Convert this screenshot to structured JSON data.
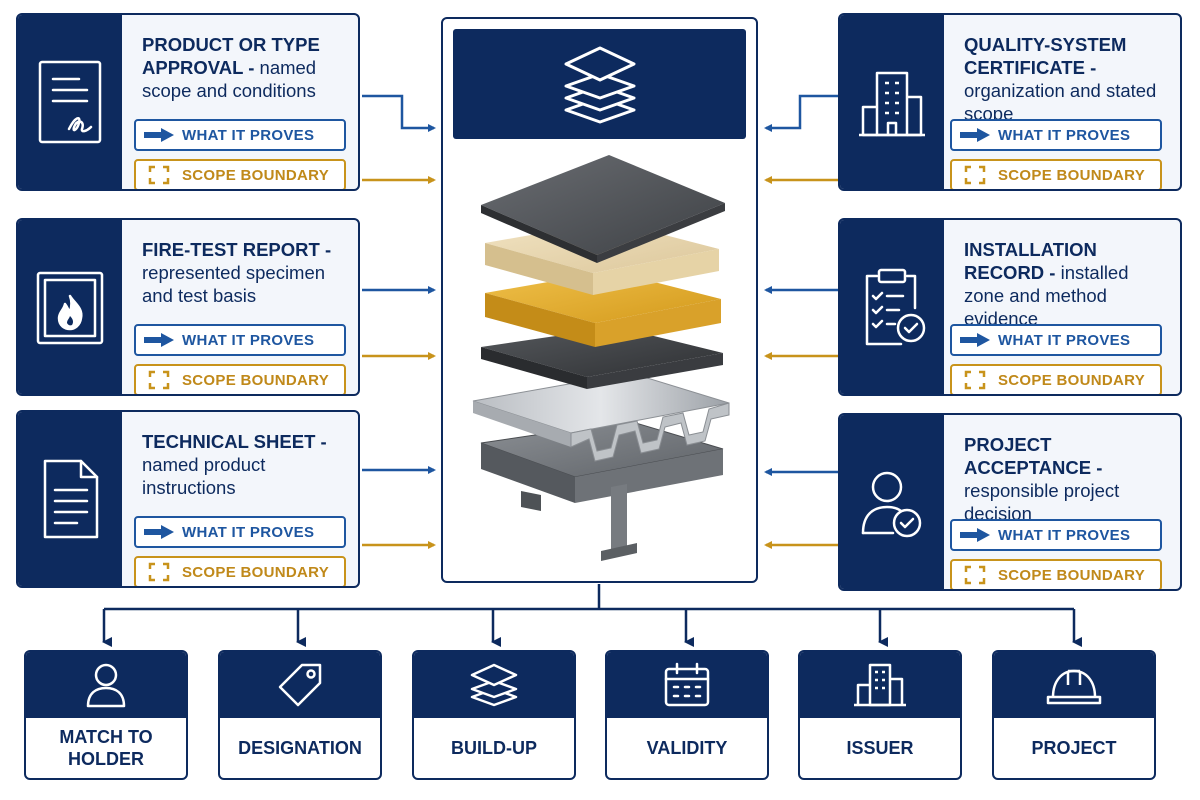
{
  "colors": {
    "navy": "#0d2a5e",
    "blue": "#1e56a0",
    "gold": "#c8931b",
    "panel": "#f3f6fb"
  },
  "center": {
    "header_icon": "stacked-layers-icon",
    "illustration": "exploded-roof-build-up"
  },
  "left_cards": [
    {
      "title": "PRODUCT OR TYPE APPROVAL - ",
      "description": "named scope and conditions",
      "icon": "signed-document-icon",
      "proves_label": "WHAT IT PROVES",
      "scope_label": "SCOPE BOUNDARY"
    },
    {
      "title": "FIRE-TEST REPORT - ",
      "description": "represented specimen and test basis",
      "icon": "fire-test-icon",
      "proves_label": "WHAT IT PROVES",
      "scope_label": "SCOPE BOUNDARY"
    },
    {
      "title": "TECHNICAL SHEET - ",
      "description": "named product instructions",
      "icon": "document-icon",
      "proves_label": "WHAT IT PROVES",
      "scope_label": "SCOPE BOUNDARY"
    }
  ],
  "right_cards": [
    {
      "title": "QUALITY-SYSTEM CERTIFICATE - ",
      "description": "organization and stated scope",
      "icon": "building-icon",
      "proves_label": "WHAT IT PROVES",
      "scope_label": "SCOPE BOUNDARY"
    },
    {
      "title": "INSTALLATION RECORD - ",
      "description": "installed zone and method evidence",
      "icon": "checklist-clipboard-icon",
      "proves_label": "WHAT IT PROVES",
      "scope_label": "SCOPE BOUNDARY"
    },
    {
      "title": "PROJECT ACCEPTANCE - ",
      "description": "responsible project decision",
      "icon": "user-check-icon",
      "proves_label": "WHAT IT PROVES",
      "scope_label": "SCOPE BOUNDARY"
    }
  ],
  "checks": [
    {
      "label": "MATCH TO HOLDER",
      "icon": "person-icon"
    },
    {
      "label": "DESIGNATION",
      "icon": "tag-icon"
    },
    {
      "label": "BUILD-UP",
      "icon": "layers-icon"
    },
    {
      "label": "VALIDITY",
      "icon": "calendar-icon"
    },
    {
      "label": "ISSUER",
      "icon": "building-icon"
    },
    {
      "label": "PROJECT",
      "icon": "hard-hat-icon"
    }
  ]
}
